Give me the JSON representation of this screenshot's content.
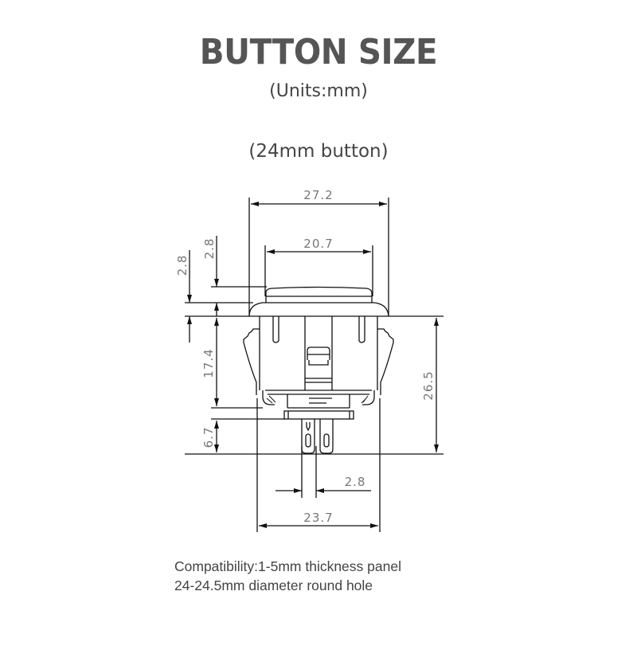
{
  "header": {
    "title": "BUTTON SIZE",
    "units": "(Units:mm)",
    "subtitle": "(24mm button)"
  },
  "dimensions": {
    "top_width": "27.2",
    "cap_width": "20.7",
    "cap_height": "2.8",
    "bezel_height": "2.8",
    "body_height": "17.4",
    "terminal_length": "6.7",
    "total_height": "26.5",
    "terminal_spacing": "2.8",
    "base_width": "23.7"
  },
  "notes": {
    "line1": "Compatibility:1-5mm thickness panel",
    "line2": "24-24.5mm diameter round hole"
  },
  "colors": {
    "title": "#555555",
    "text": "#444444",
    "dimension_text": "#777777",
    "lines": "#111111"
  }
}
